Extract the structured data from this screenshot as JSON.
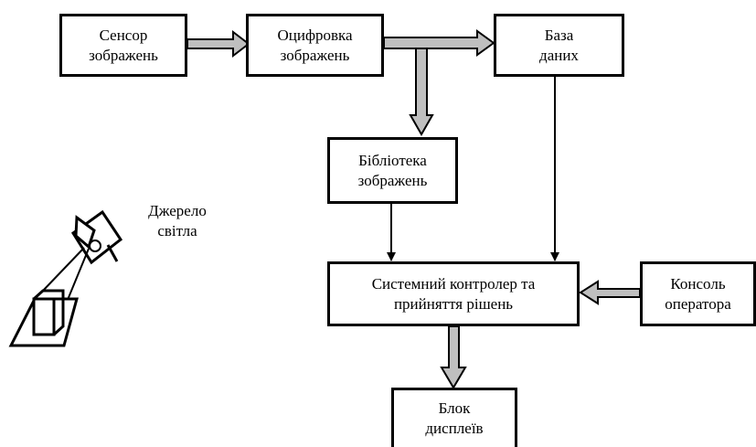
{
  "diagram": {
    "blocks": {
      "sensor": "Сенсор\nзображень",
      "digitization": "Оцифровка\nзображень",
      "database": "База\nданих",
      "library": "Бібліотека\nзображень",
      "controller": "Системний контролер та\nприйняття рішень",
      "console": "Консоль\nоператора",
      "display": "Блок\nдисплеїв"
    },
    "light_source": "Джерело\nсвітла"
  },
  "colors": {
    "line": "#000000",
    "fat_arrow_fill": "#bfbfbf",
    "background": "#ffffff"
  }
}
